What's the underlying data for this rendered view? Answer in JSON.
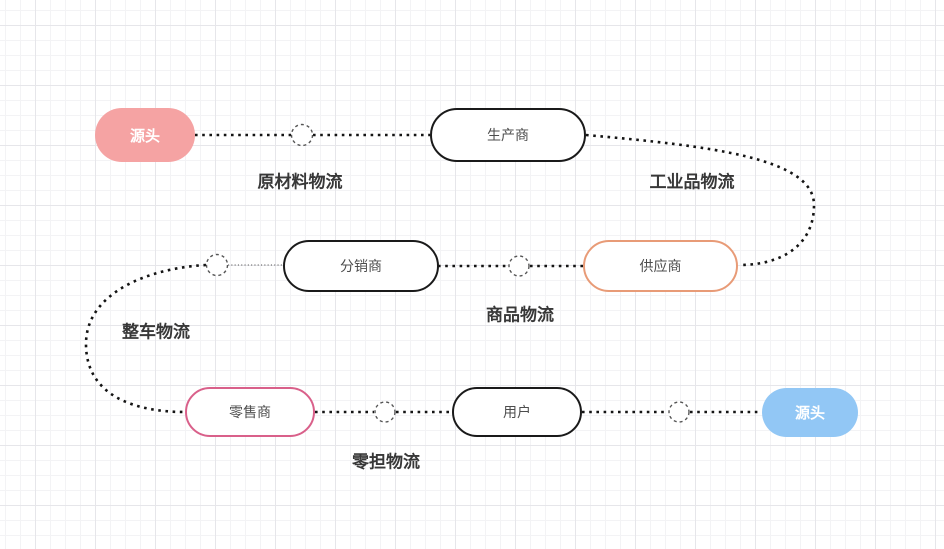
{
  "diagram": {
    "nodes": {
      "source_top": {
        "label": "源头",
        "fill": "#f5a3a3",
        "text_color": "#ffffff"
      },
      "producer": {
        "label": "生产商",
        "border_color": "#1a1a1a"
      },
      "distributor": {
        "label": "分销商",
        "border_color": "#1a1a1a"
      },
      "supplier": {
        "label": "供应商",
        "border_color": "#e89b77"
      },
      "retailer": {
        "label": "零售商",
        "border_color": "#d9608a"
      },
      "user": {
        "label": "用户",
        "border_color": "#1a1a1a"
      },
      "source_bottom": {
        "label": "源头",
        "fill": "#92c7f5",
        "text_color": "#ffffff"
      }
    },
    "edge_labels": {
      "raw_materials": "原材料物流",
      "industrial_goods": "工业品物流",
      "commodity": "商品物流",
      "full_truckload": "整车物流",
      "less_than_truckload": "零担物流"
    },
    "colors": {
      "connector_line": "#141414",
      "label_text": "#383838",
      "grid_minor": "#f3f3f5",
      "grid_major": "#e6e6ea",
      "canvas_bg": "#ffffff"
    }
  }
}
